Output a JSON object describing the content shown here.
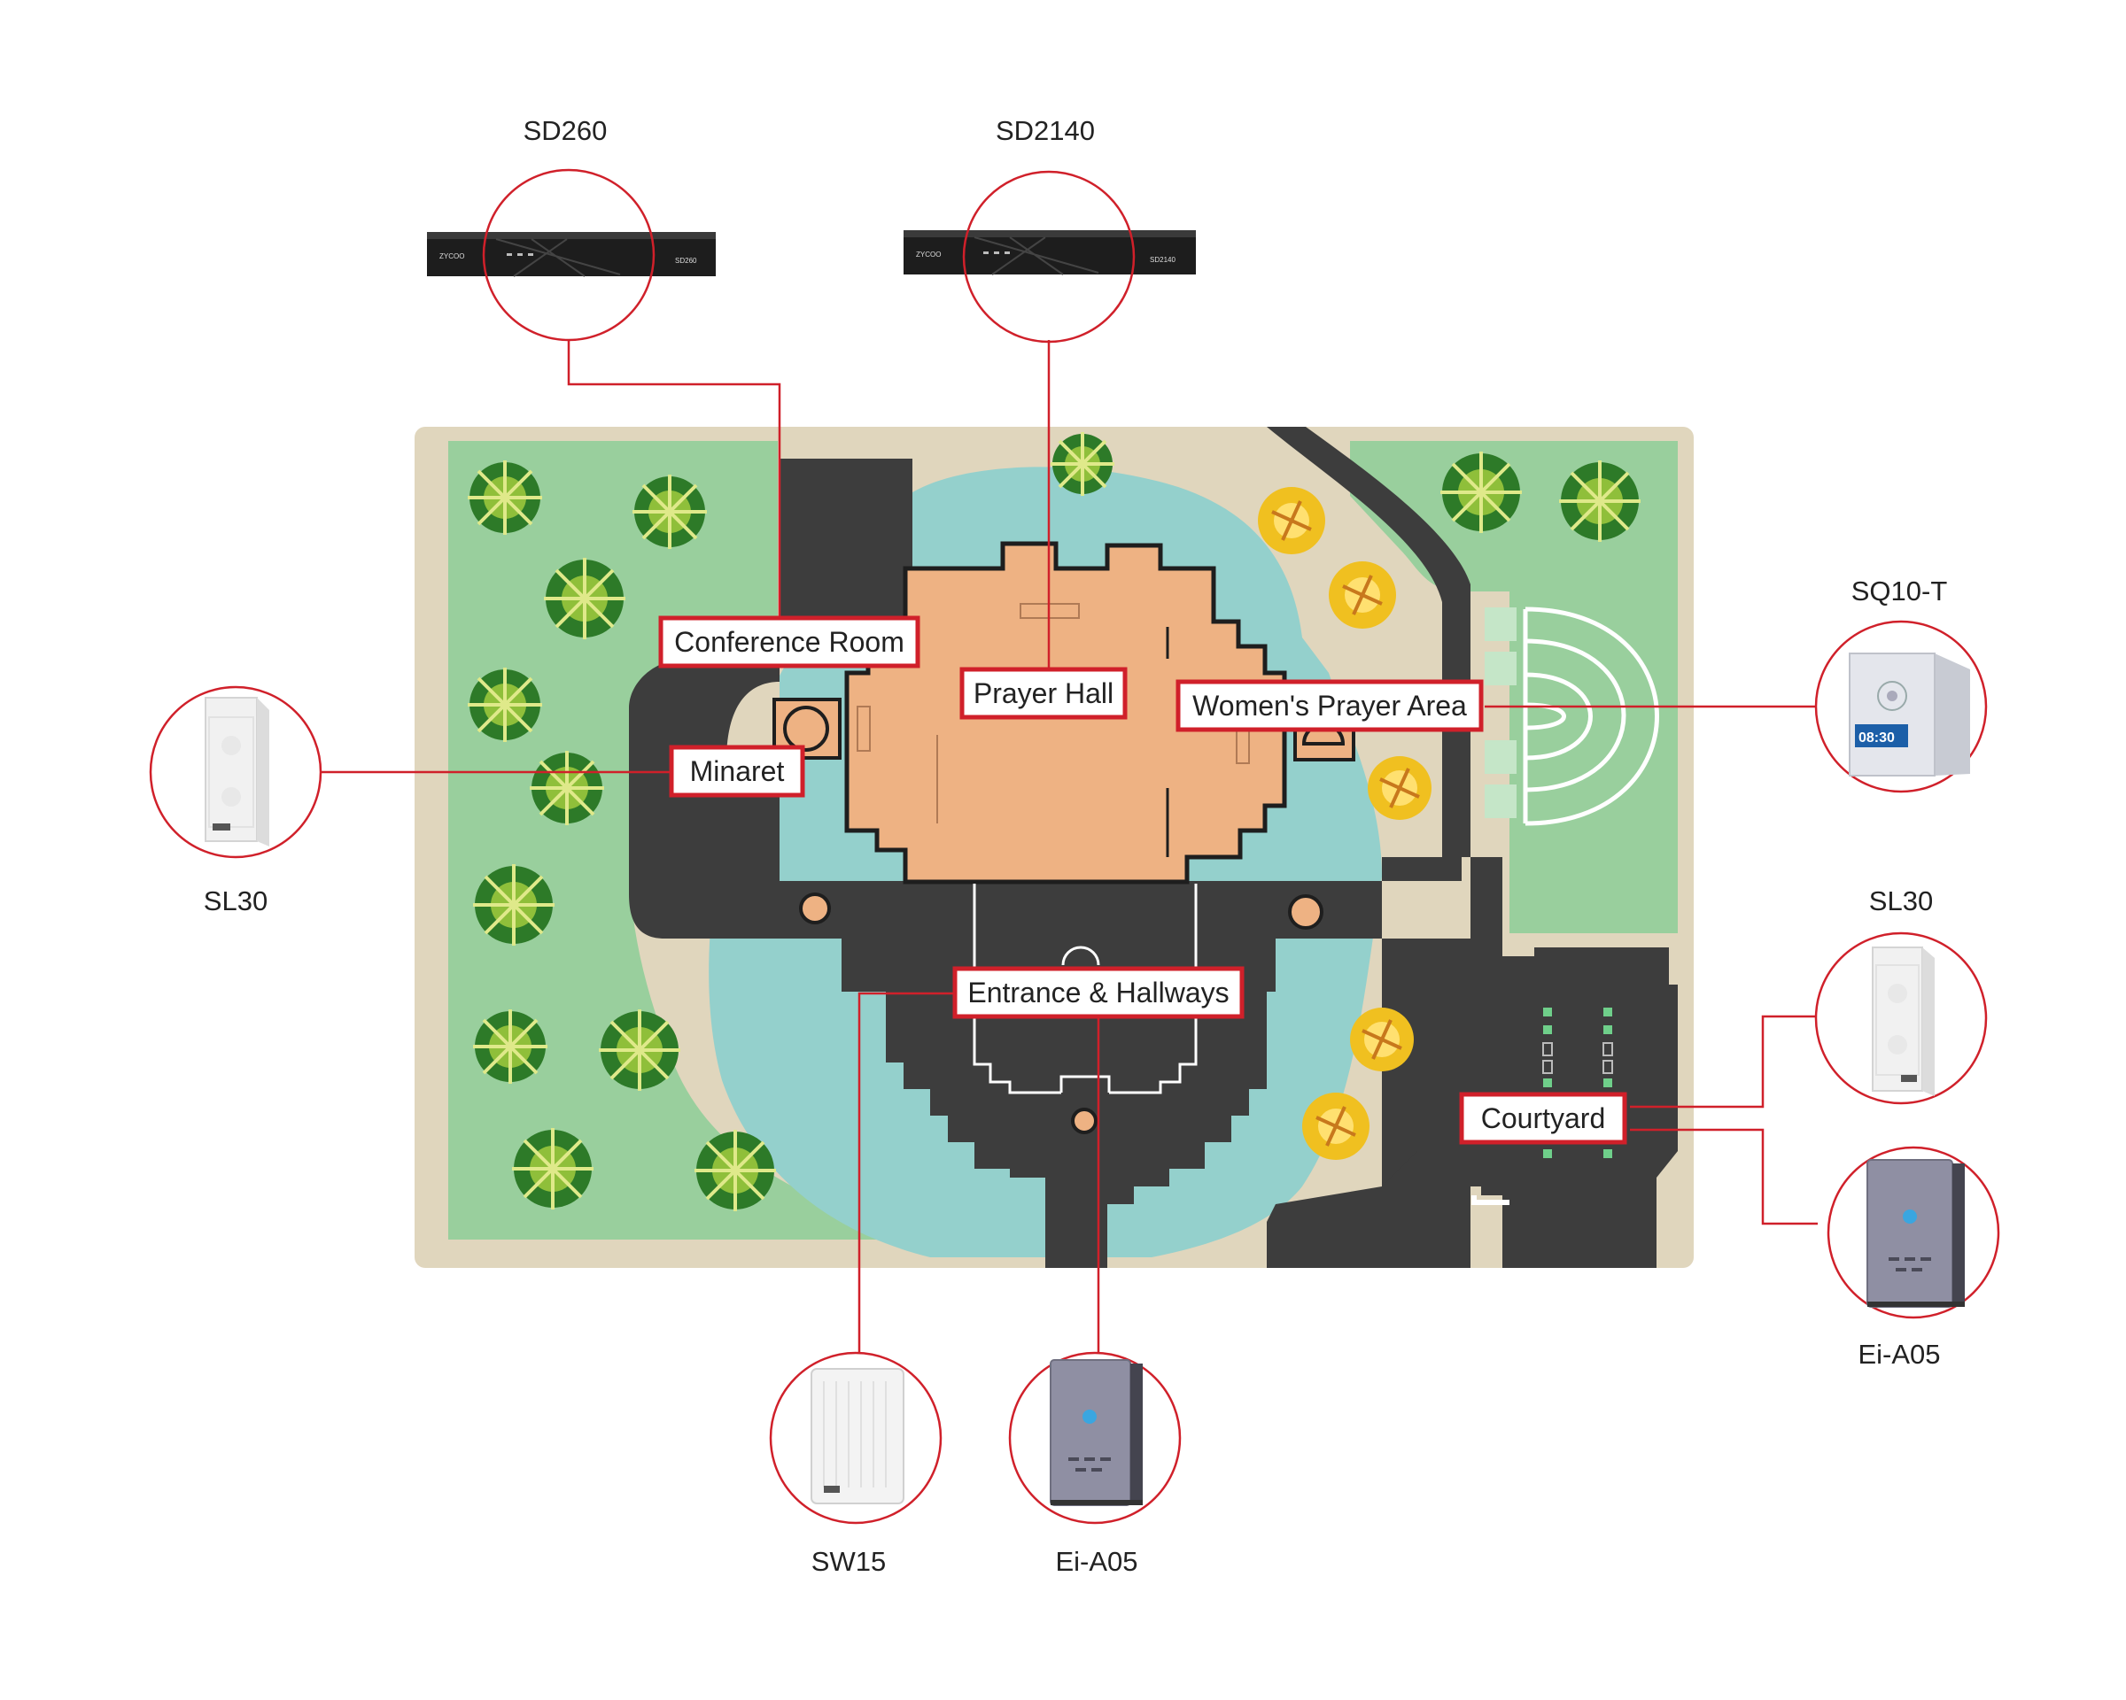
{
  "colors": {
    "accent": "#d0202a",
    "grass": "#99cf9d",
    "path": "#e0d6bd",
    "water": "#94d0cc",
    "road": "#3d3d3d",
    "building": "#eeb283",
    "device_panel": "#8f8fa3"
  },
  "devices": {
    "sd260": {
      "label": "SD260",
      "icon": "amplifier-rack-icon",
      "brand": "ZYCOO"
    },
    "sd2140": {
      "label": "SD2140",
      "icon": "amplifier-rack-icon",
      "brand": "ZYCOO"
    },
    "sl30_left": {
      "label": "SL30",
      "icon": "column-speaker-icon"
    },
    "sq10t": {
      "label": "SQ10-T",
      "icon": "clock-speaker-icon",
      "clock": "08:30"
    },
    "sl30_right": {
      "label": "SL30",
      "icon": "column-speaker-icon"
    },
    "eia05_right": {
      "label": "Ei-A05",
      "icon": "intercom-panel-icon"
    },
    "sw15": {
      "label": "SW15",
      "icon": "wall-speaker-icon"
    },
    "eia05_bottom": {
      "label": "Ei-A05",
      "icon": "intercom-panel-icon"
    }
  },
  "zones": {
    "conference_room": "Conference Room",
    "prayer_hall": "Prayer Hall",
    "womens_prayer_area": "Women's Prayer Area",
    "minaret": "Minaret",
    "entrance_hallways": "Entrance & Hallways",
    "courtyard": "Courtyard"
  }
}
